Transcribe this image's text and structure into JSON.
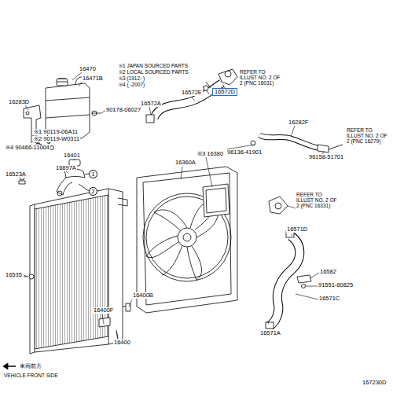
{
  "diagram": {
    "labels": [
      "16470",
      "16471B",
      "※1 JAPAN SOURCED PARTS",
      "※2 LOCAL SOURCED PARTS",
      "※3 (1912- )",
      "※4 ( -2007)",
      "16283D",
      "90178-06027",
      "※1 90119-06A11",
      "※2 90119-W0311",
      "※4 90466-11004",
      "16897A",
      "16401",
      "1",
      "2",
      "16523A",
      "16572A",
      "16572E",
      "16572D",
      "REFER TO ILLUST NO. 2 OF 2 (PNC 16031)",
      "96136-41901",
      "16282F",
      "REFER TO ILLUST NO. 2 OF 2 (PNC 16279)",
      "96158-51701",
      "※3 16380",
      "16360A",
      "REFER TO ILLUST NO. 2 OF 2 (PNC 16331)",
      "16571D",
      "16582",
      "91551-80825",
      "16571C",
      "16571A",
      "16535",
      "16400F",
      "16400B",
      "16400",
      "車両前方",
      "VEHICLE FRONT SIDE",
      "167230D"
    ]
  }
}
